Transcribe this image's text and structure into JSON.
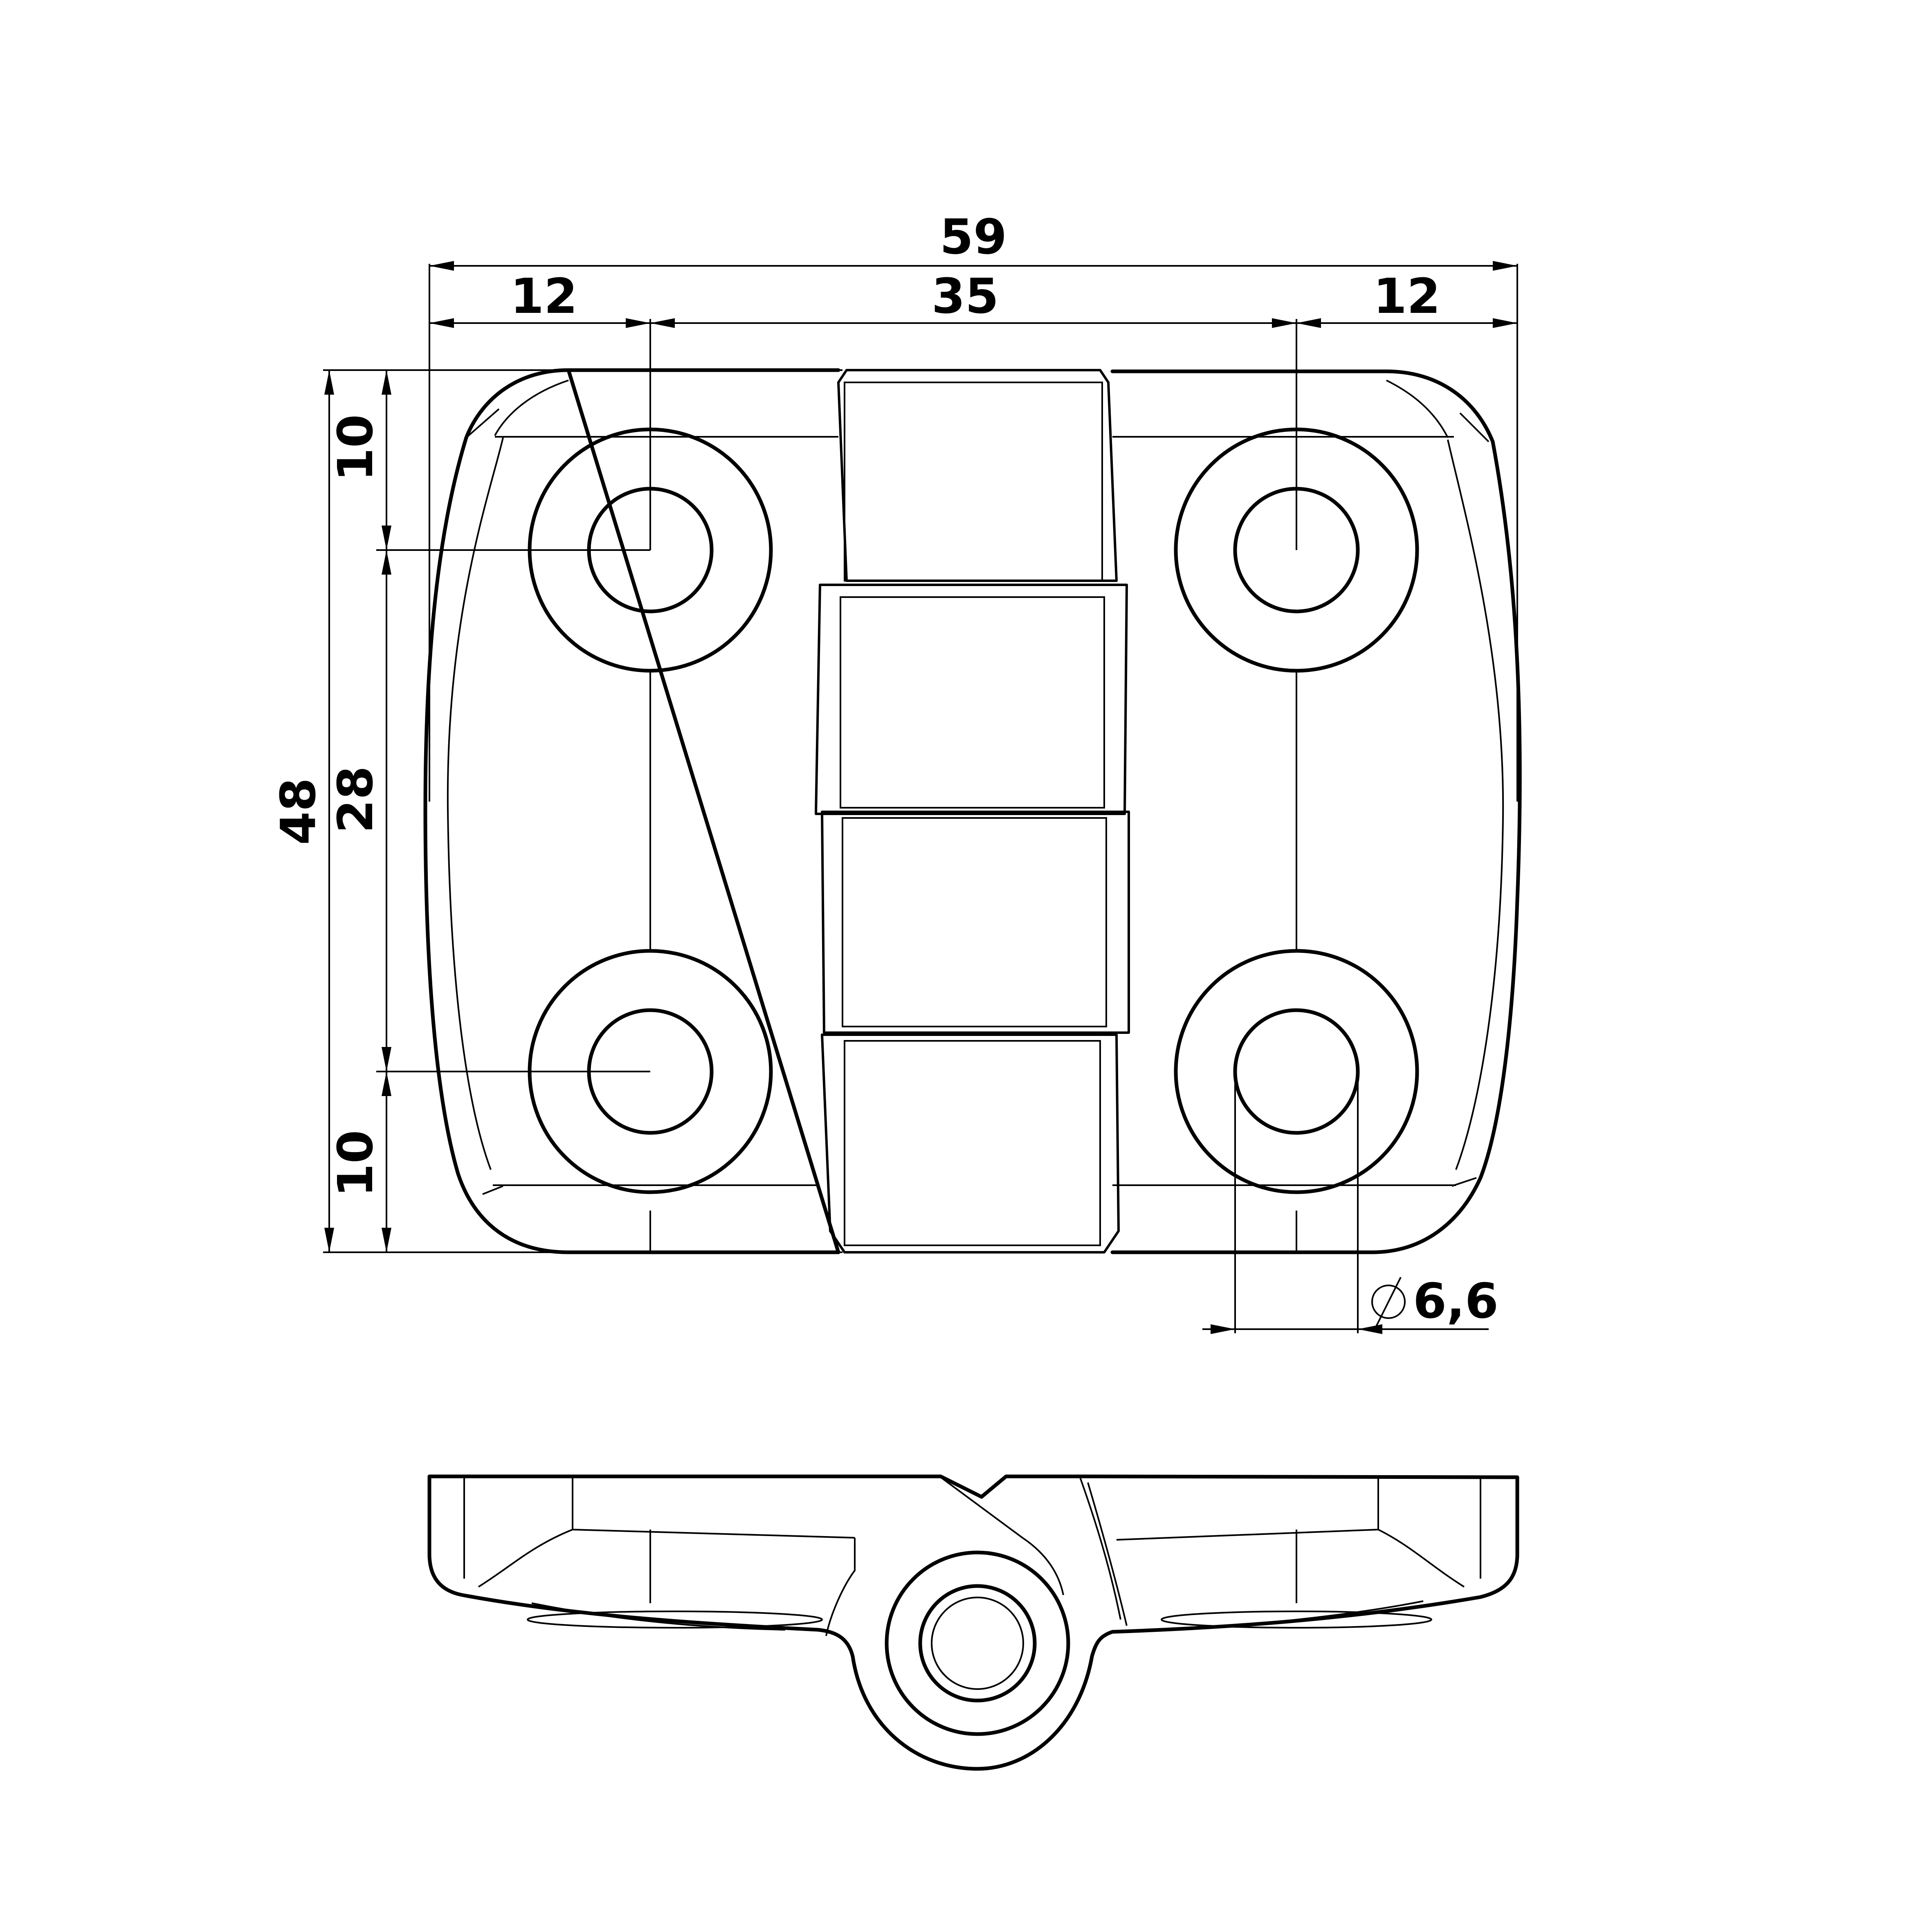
{
  "dimensions": {
    "overall_width": "59",
    "left_hole_offset": "12",
    "hole_spacing_horizontal": "35",
    "right_hole_offset": "12",
    "overall_height": "48",
    "top_hole_offset": "10",
    "hole_spacing_vertical": "28",
    "bottom_hole_offset": "10",
    "hole_diameter": "6,6"
  },
  "icons": {
    "diameter_symbol": "diameter-symbol-icon"
  }
}
